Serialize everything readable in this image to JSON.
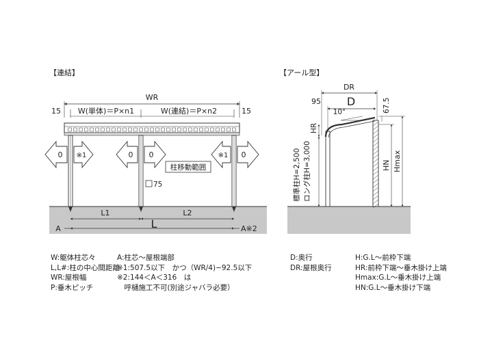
{
  "section_left": {
    "title": "【連結】"
  },
  "section_right": {
    "title": "【アール型】"
  },
  "left_diagram": {
    "wr": "WR",
    "edge_left": "15",
    "edge_right": "15",
    "w_single": "W(単体)＝P×n1",
    "w_linked": "W(連結)＝P×n2",
    "arrow_zero": "0",
    "note1": "※1",
    "move_range": "柱移動範囲",
    "post_75": "75",
    "l1": "L1",
    "l2": "L2",
    "l": "L",
    "a": "A",
    "a_note2": "A※2"
  },
  "right_diagram": {
    "dr": "DR",
    "d": "D",
    "dim_95": "95",
    "angle": "10°",
    "dim_675": "67.5",
    "hr": "HR",
    "std_post": "標準柱H=2,500",
    "long_post": "ロング柱H=3,000",
    "hn": "HN",
    "hmax": "Hmax"
  },
  "legend": {
    "col1": [
      "W:躯体柱芯々",
      "L,L#:柱の中心間距離",
      "WR:屋根幅",
      "P:垂木ピッチ"
    ],
    "col2": [
      "A:柱芯～屋根端部",
      "※1:507.5以下　かつ（WR/4)−92.5以下",
      "※2:144＜A＜316　は",
      "　呼樋施工不可(別途ジャバラ必要）"
    ],
    "col3": [
      "D:奥行",
      "DR:屋根奥行"
    ],
    "col4": [
      "H:G.L～前枠下端",
      "HR:前枠下端～垂木掛け上端",
      "Hmax:G.L～垂木掛け上端",
      "HN:G.L～垂木掛け下端"
    ]
  },
  "colors": {
    "ground": "#c8c8c8",
    "line": "#333333",
    "arrow_fill": "#ffffff"
  }
}
